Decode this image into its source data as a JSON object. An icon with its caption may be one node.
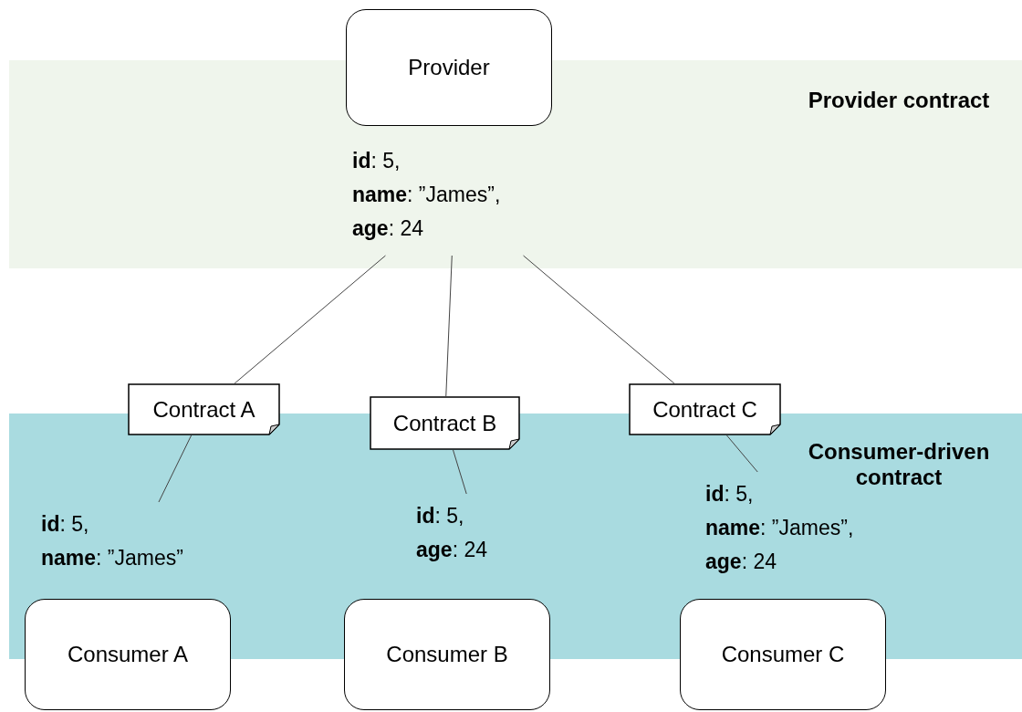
{
  "diagram": {
    "nodes": [
      {
        "text": [
          "Provider contract"
        ]
      },
      {
        "text": [
          "Provider"
        ]
      },
      {
        "text": [
          "**id**: 5, **name**: ”James”, **age**: 24"
        ],
        "in": 0
      },
      {
        "text": [
          "Consumer-driven contract"
        ]
      },
      {
        "text": [
          "Contract A"
        ]
      },
      {
        "text": [
          "Contract B"
        ]
      },
      {
        "text": [
          "Contract C"
        ]
      },
      {
        "text": [
          "**id**: 5, **name**: ”James”"
        ],
        "in": 3
      },
      {
        "text": [
          "**id**: 5, **age**: 24"
        ],
        "in": 3
      },
      {
        "text": [
          "**id**: 5, **name**: ”James”, **age**: 24"
        ],
        "in": 3
      },
      {
        "text": [
          "Consumer A"
        ]
      },
      {
        "text": [
          "Consumer B"
        ]
      },
      {
        "text": [
          "Consumer C"
        ]
      }
    ],
    "edges": [
      {
        "from": 2,
        "to": 4,
        "arrow": "none"
      },
      {
        "from": 2,
        "to": 5,
        "arrow": "none"
      },
      {
        "from": 2,
        "to": 6,
        "arrow": "none"
      },
      {
        "from": 4,
        "to": 7,
        "arrow": "none"
      },
      {
        "from": 5,
        "to": 8,
        "arrow": "none"
      },
      {
        "from": 6,
        "to": 9,
        "arrow": "none"
      }
    ]
  }
}
